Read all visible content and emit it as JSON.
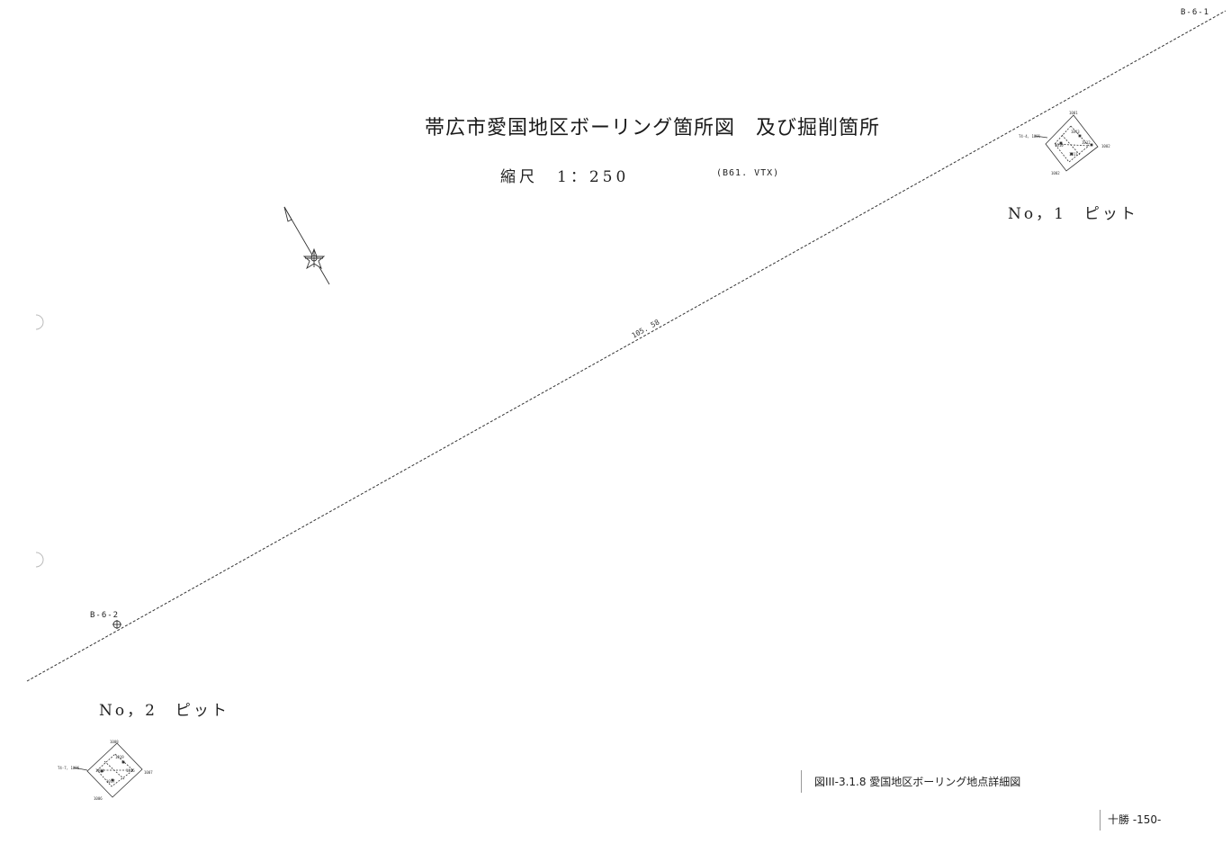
{
  "title": "帯広市愛国地区ボーリング箇所図　及び掘削箇所",
  "scale_label": "縮尺　1：250",
  "file_code": "(B61. VTX)",
  "boring_points": [
    {
      "id": "B-6-1"
    },
    {
      "id": "B-6-2"
    }
  ],
  "pits": [
    {
      "label": "No，1　ピット"
    },
    {
      "label": "No，2　ピット"
    }
  ],
  "line_label": "105. 58",
  "caption": "図III-3.1.8 愛国地区ボーリング地点詳細図",
  "page_number": "十勝 -150-",
  "colors": {
    "line": "#333333",
    "ink": "#222222",
    "paper": "#ffffff"
  },
  "icons": [
    "north-arrow-compass-icon",
    "boring-point-icon"
  ]
}
